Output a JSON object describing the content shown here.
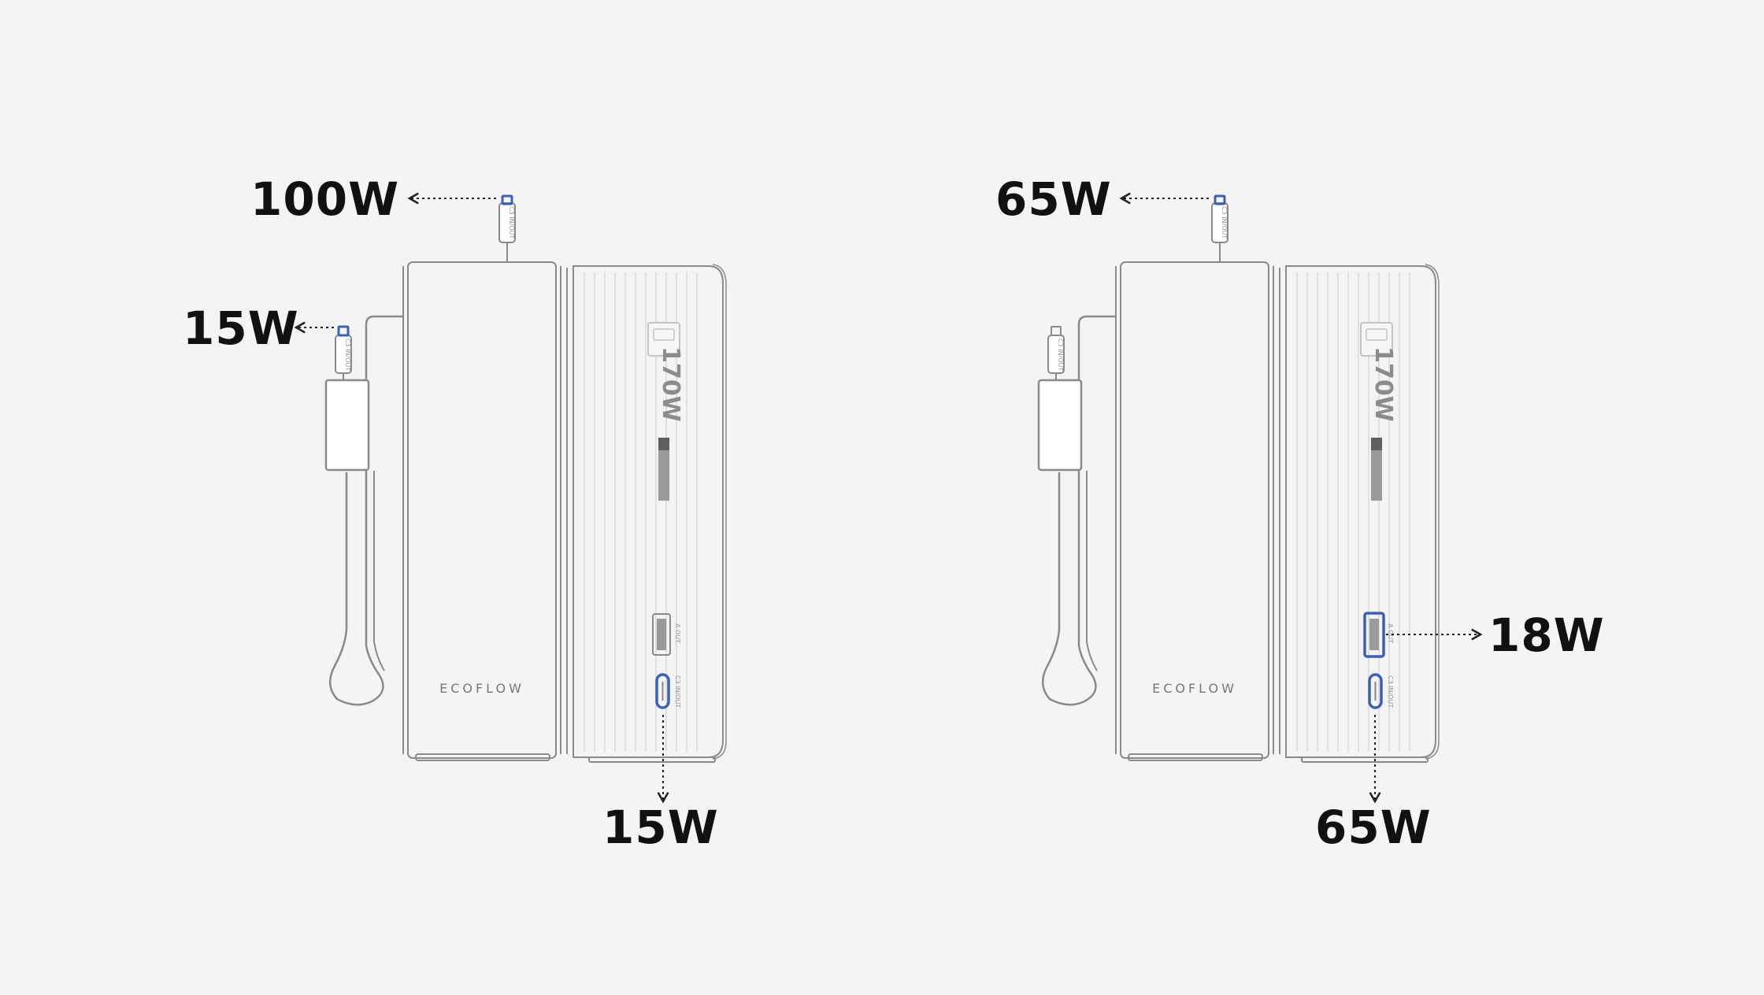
{
  "colors": {
    "background": "#f4f4f4",
    "outline": "#8a8a8a",
    "highlight": "#3c5fb8",
    "label": "#111111"
  },
  "devices": [
    {
      "brand": "ECOFLOW",
      "power_rating": "170W",
      "callouts": {
        "cable_top_usb_c": "100W",
        "cable_side_usb_c": "15W",
        "port_usb_c": "15W"
      },
      "port_labels": {
        "usb_a": "A OUT",
        "usb_c": "C3 IN/OUT"
      },
      "highlighted": [
        "cable_top_usb_c",
        "cable_side_usb_c",
        "port_usb_c"
      ]
    },
    {
      "brand": "ECOFLOW",
      "power_rating": "170W",
      "callouts": {
        "cable_top_usb_c": "65W",
        "port_usb_a": "18W",
        "port_usb_c": "65W"
      },
      "port_labels": {
        "usb_a": "A OUT",
        "usb_c": "C3 IN/OUT"
      },
      "highlighted": [
        "cable_top_usb_c",
        "port_usb_a",
        "port_usb_c"
      ]
    }
  ]
}
